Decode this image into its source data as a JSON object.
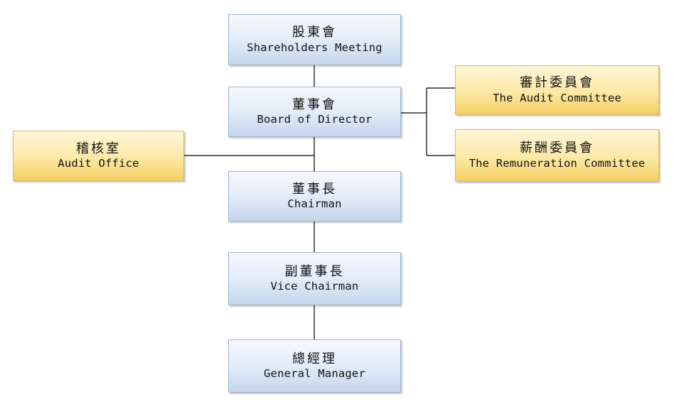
{
  "nodes": {
    "shareholders": {
      "zh": "股東會",
      "en": "Shareholders Meeting"
    },
    "board": {
      "zh": "董事會",
      "en": "Board of Director"
    },
    "chairman": {
      "zh": "董事長",
      "en": "Chairman"
    },
    "vice_chairman": {
      "zh": "副董事長",
      "en": "Vice Chairman"
    },
    "general_manager": {
      "zh": "總經理",
      "en": "General Manager"
    },
    "audit_office": {
      "zh": "稽核室",
      "en": "Audit Office"
    },
    "audit_committee": {
      "zh": "審計委員會",
      "en": "The Audit Committee"
    },
    "remuneration_committee": {
      "zh": "薪酬委員會",
      "en": "The Remuneration Committee"
    }
  },
  "colors": {
    "primary_box": "#dbe6f4",
    "committee_box": "#fbe39a",
    "connector": "#000000"
  }
}
